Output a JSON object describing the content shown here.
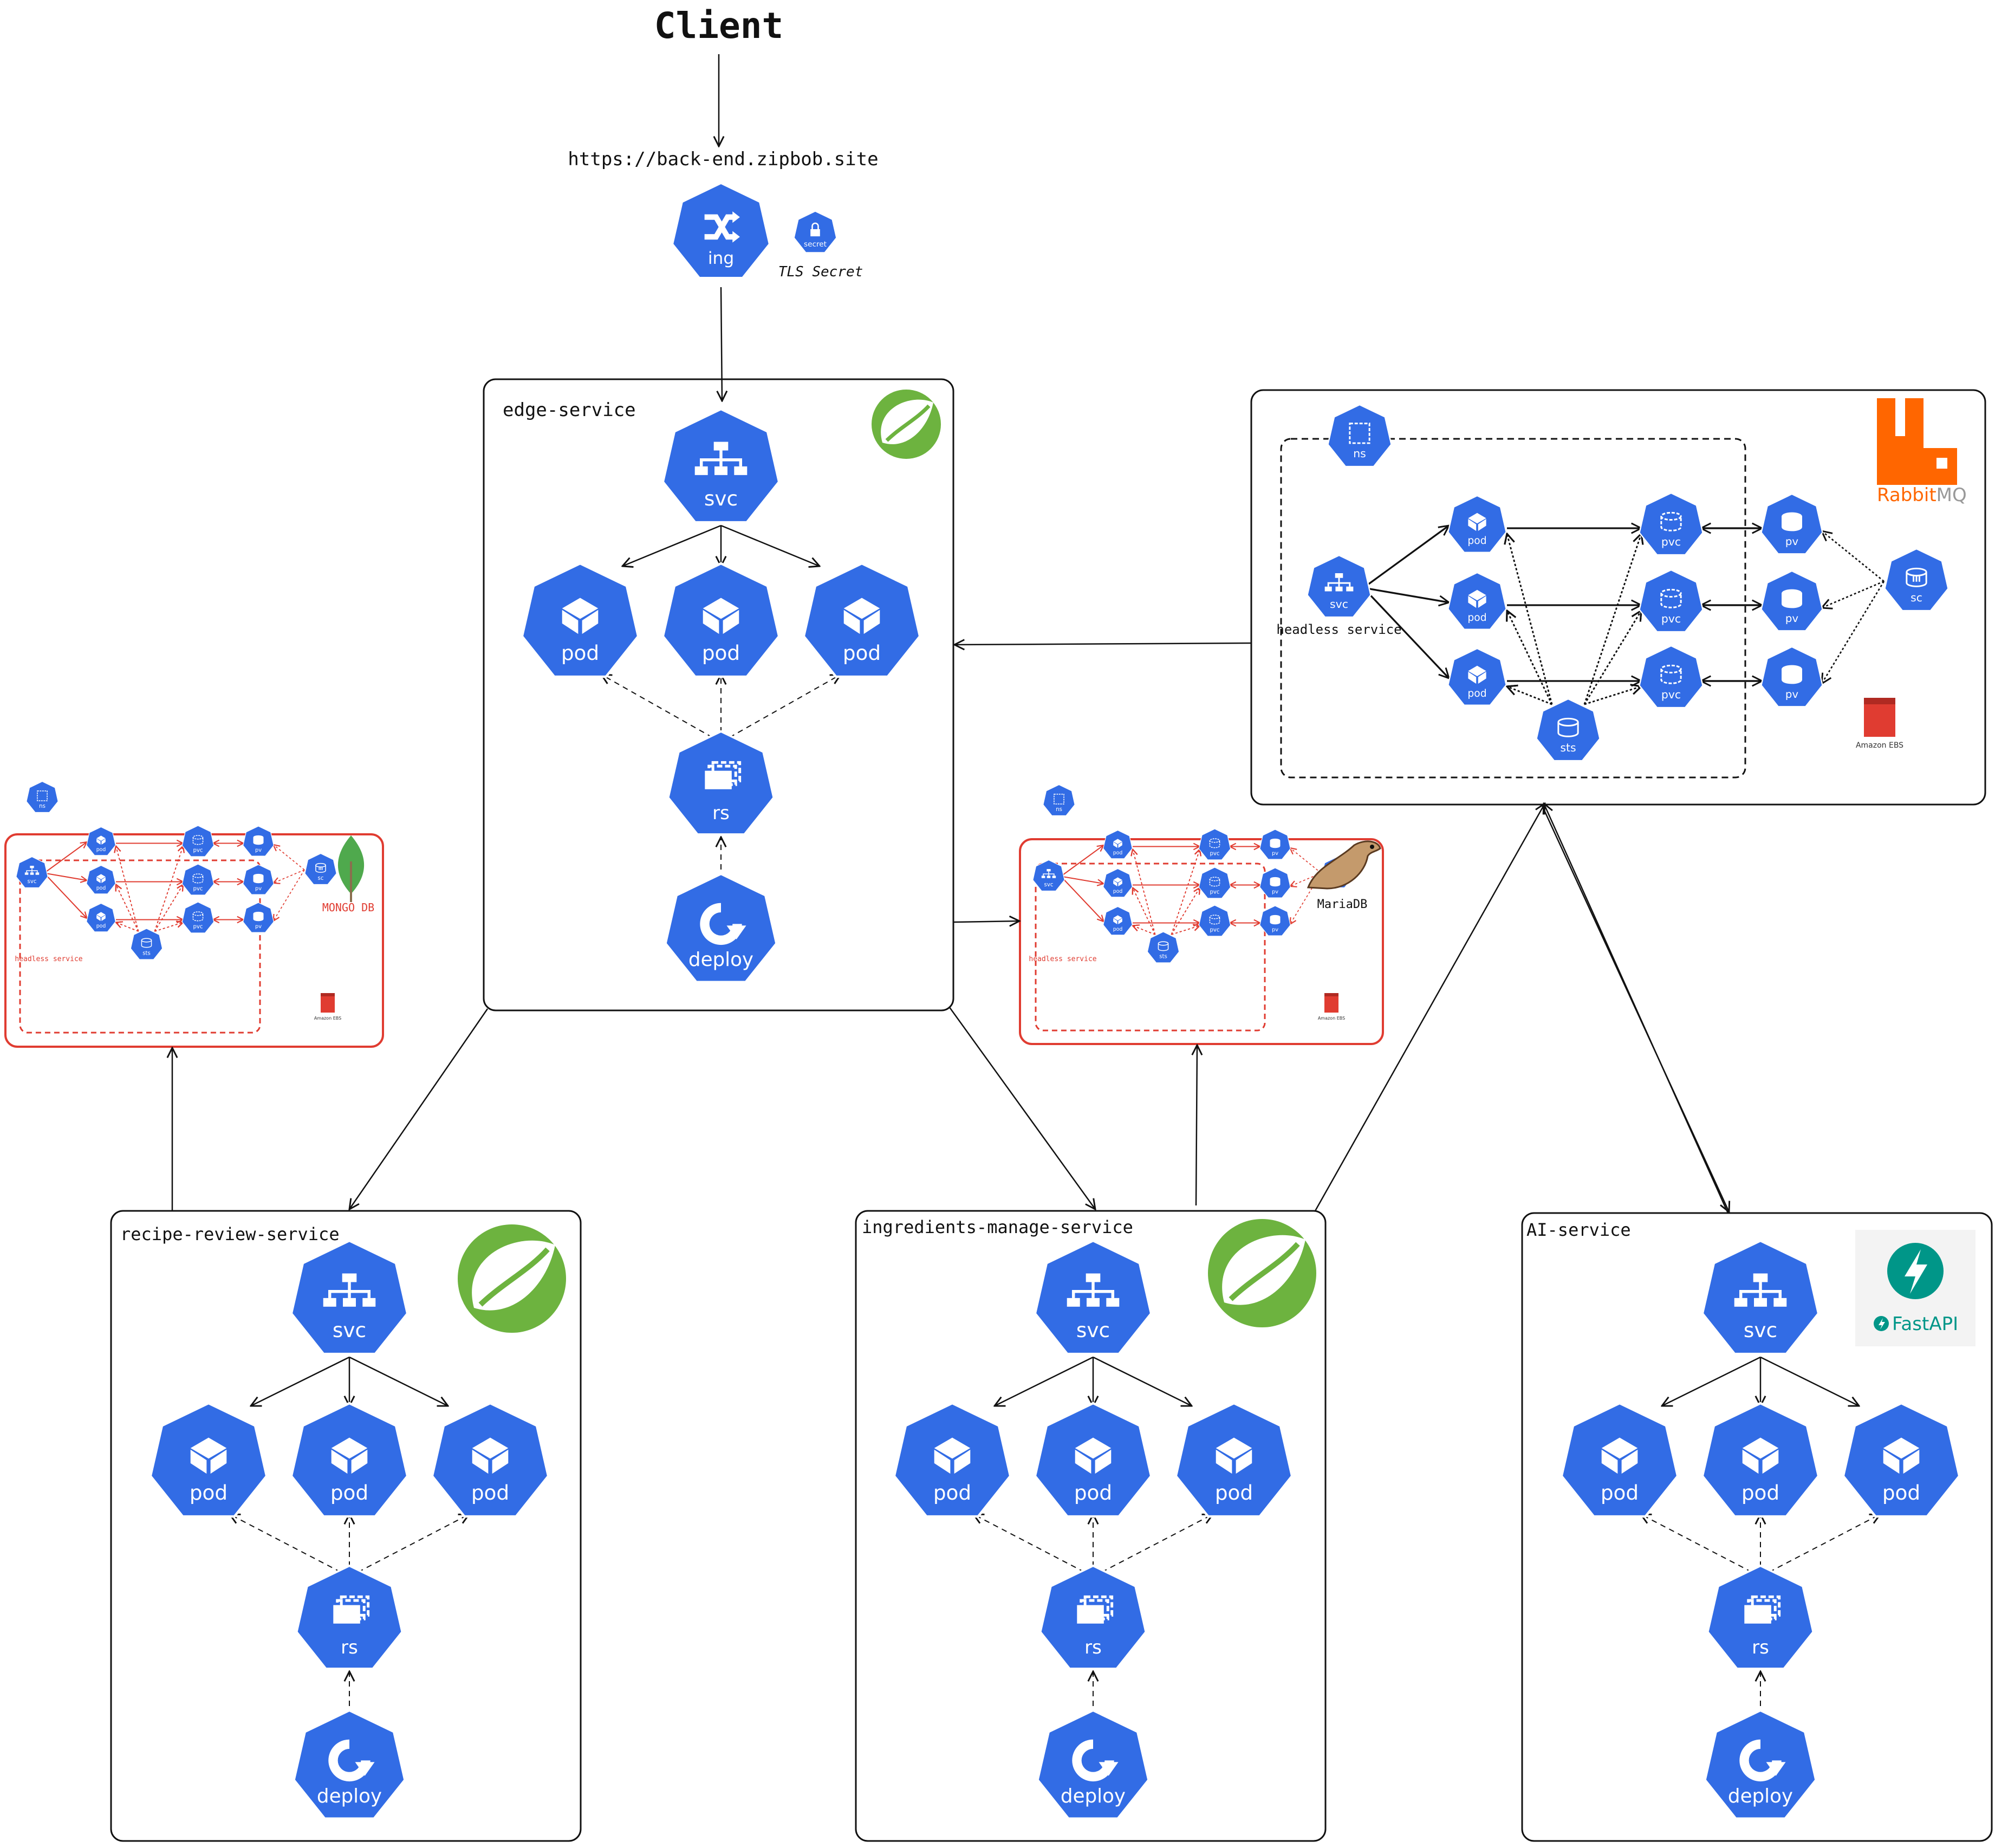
{
  "client": {
    "title": "Client",
    "url": "https://back-end.zipbob.site"
  },
  "ingress": {
    "label": "ing",
    "secret_icon_label": "secret",
    "secret_caption": "TLS Secret"
  },
  "services": {
    "edge": {
      "title": "edge-service",
      "logo": "spring-leaf-icon"
    },
    "recipe": {
      "title": "recipe-review-service",
      "logo": "spring-leaf-icon"
    },
    "ingredients": {
      "title": "ingredients-manage-service",
      "logo": "spring-leaf-icon"
    },
    "ai": {
      "title": "AI-service",
      "logo": "fastapi-icon",
      "logo_text": "FastAPI"
    }
  },
  "k8s": {
    "svc": "svc",
    "pod": "pod",
    "rs": "rs",
    "deploy": "deploy",
    "pvc": "pvc",
    "pv": "pv",
    "sc": "sc",
    "sts": "sts",
    "ns": "ns"
  },
  "rabbitmq": {
    "logo_text_a": "Rabbit",
    "logo_text_b": "MQ",
    "headless": "headless service",
    "ebs": "Amazon EBS"
  },
  "mongo": {
    "logo_text": "MONGO DB",
    "headless": "headless service",
    "ebs": "Amazon EBS"
  },
  "maria": {
    "logo_text": "MariaDB",
    "headless": "headless service",
    "ebs": "Amazon EBS"
  },
  "colors": {
    "k8s_blue": "#326ce5",
    "db_red": "#e03c31",
    "rabbit_orange": "#ff6600",
    "spring_green": "#6db33f",
    "fastapi_teal": "#009688"
  }
}
